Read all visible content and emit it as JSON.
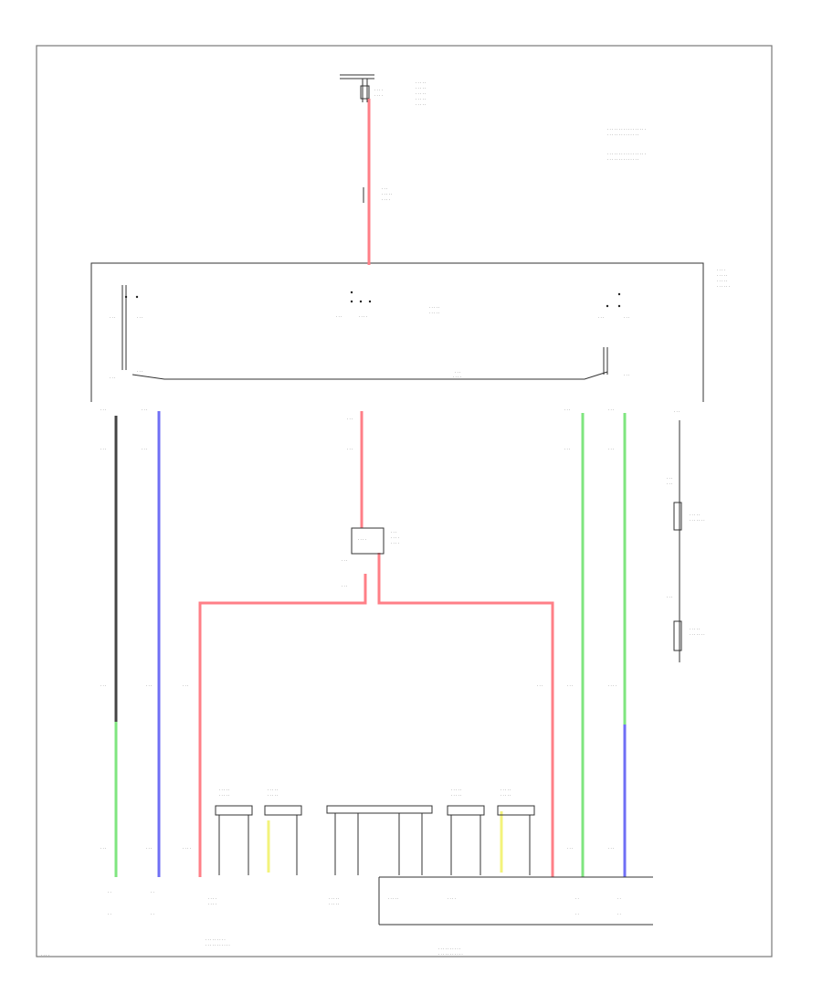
{
  "diagram": {
    "colors": {
      "red": "#ff7f87",
      "blue": "#6f6ff5",
      "green": "#7fe57f",
      "yellow": "#f3f37b",
      "black": "#444444"
    },
    "wires": [
      {
        "name": "supply-wire",
        "color": "red"
      },
      {
        "name": "left-outer-wire",
        "color": "black"
      },
      {
        "name": "left-outer-wire-lower",
        "color": "green"
      },
      {
        "name": "left-inner-wire",
        "color": "blue"
      },
      {
        "name": "center-wire",
        "color": "red"
      },
      {
        "name": "left-branch-wire",
        "color": "red"
      },
      {
        "name": "right-branch-wire",
        "color": "red"
      },
      {
        "name": "right-inner-wire",
        "color": "green"
      },
      {
        "name": "right-outer-wire",
        "color": "green"
      },
      {
        "name": "right-outer-wire-lower",
        "color": "blue"
      },
      {
        "name": "left-yellow-wire",
        "color": "yellow"
      },
      {
        "name": "right-yellow-wire",
        "color": "yellow"
      }
    ],
    "mirror_units": [
      {
        "name": "left-outer-mirror-motor"
      },
      {
        "name": "left-inner-mirror-motor"
      },
      {
        "name": "right-inner-mirror-motor"
      },
      {
        "name": "right-outer-mirror-motor"
      }
    ],
    "switch_groups": [
      {
        "name": "left-switch-group"
      },
      {
        "name": "center-switch-group"
      },
      {
        "name": "right-switch-group"
      }
    ]
  }
}
